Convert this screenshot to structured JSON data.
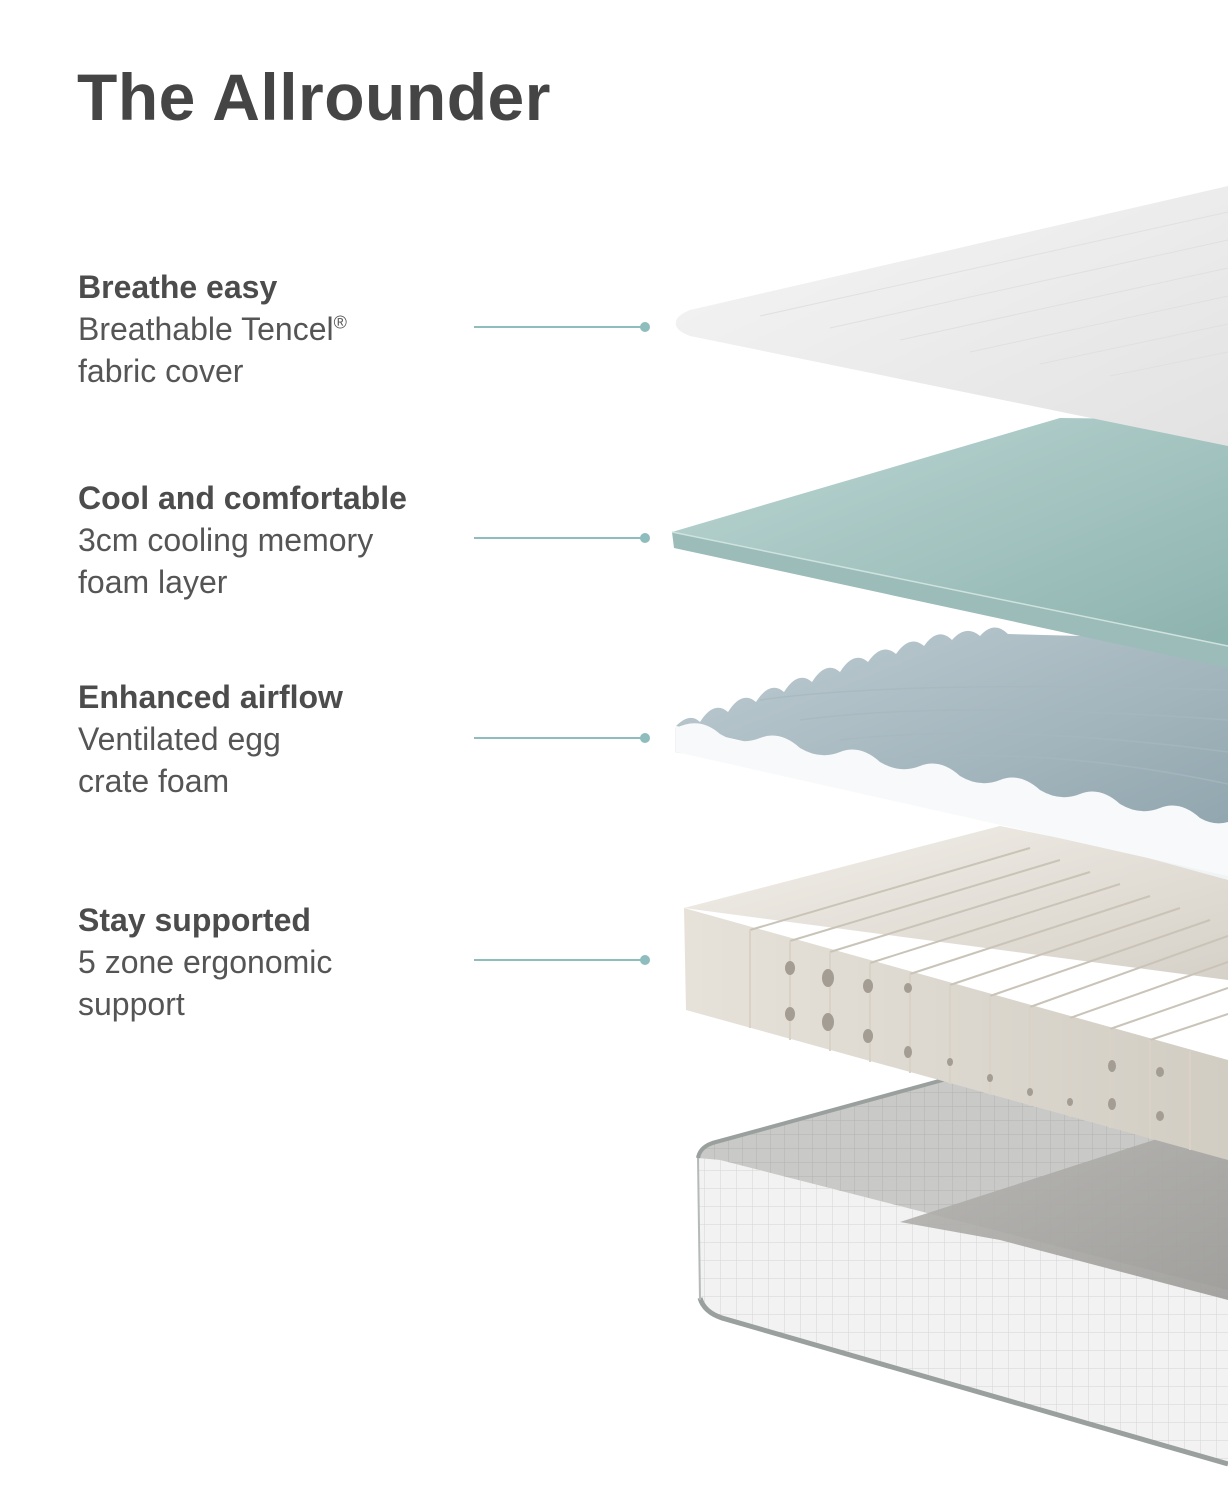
{
  "page": {
    "title": "The Allrounder"
  },
  "features": [
    {
      "heading": "Breathe easy",
      "lines": [
        "Breathable Tencel",
        "fabric cover"
      ],
      "superscript": "®"
    },
    {
      "heading": "Cool and comfortable",
      "lines": [
        "3cm cooling memory",
        "foam layer"
      ]
    },
    {
      "heading": "Enhanced airflow",
      "lines": [
        "Ventilated egg",
        "crate foam"
      ]
    },
    {
      "heading": "Stay supported",
      "lines": [
        "5 zone ergonomic",
        "support"
      ]
    }
  ],
  "colors": {
    "accent_teal": "#8fbcbc",
    "cover_white": "#ececec",
    "memory_foam": "#a9c7c4",
    "egg_crate": "#dfe7ea",
    "support_foam": "#e9e4dc",
    "base_grey": "#b8b8b6"
  },
  "icons": [
    "leader-dot-icon"
  ]
}
